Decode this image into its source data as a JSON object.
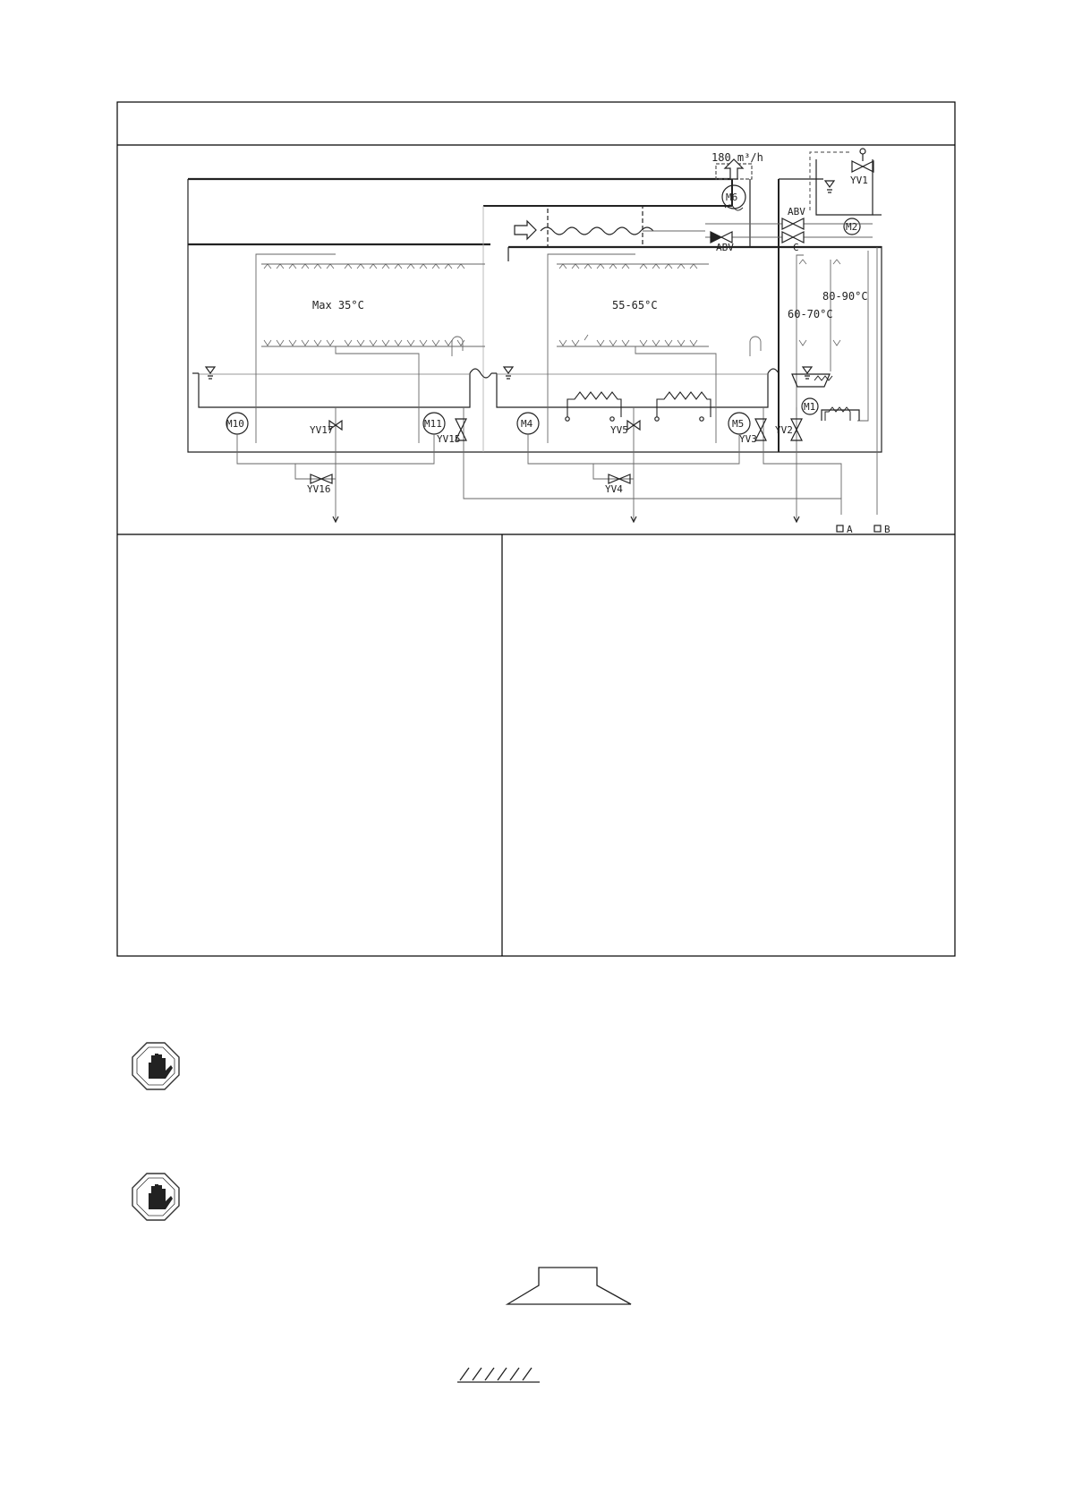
{
  "diagram": {
    "top_flow": "180 m³/h",
    "zones": {
      "wash": "Max 35°C",
      "rinse": "55-65°C",
      "final_low": "60-70°C",
      "final_high": "80-90°C"
    },
    "components": {
      "fan": "M6",
      "pump_m10": "M10",
      "pump_m11": "M11",
      "pump_m4": "M4",
      "pump_m5": "M5",
      "pump_m1": "M1",
      "pump_m2": "M2",
      "valve_yv1": "YV1",
      "valve_yv2": "YV2",
      "valve_yv3": "YV3",
      "valve_yv4": "YV4",
      "valve_yv5": "YV5",
      "valve_yv15": "YV15",
      "valve_yv16": "YV16",
      "valve_yv17": "YV17",
      "abv_top": "ABV",
      "abv_mid": "ABV",
      "check_valve": "C",
      "connection_a": "A",
      "connection_b": "B"
    }
  },
  "colors": {
    "line": "#222222",
    "thin": "#555555",
    "border": "#000000"
  },
  "icons": {
    "warning_1": "stop-hand-icon",
    "warning_2": "stop-hand-icon"
  }
}
